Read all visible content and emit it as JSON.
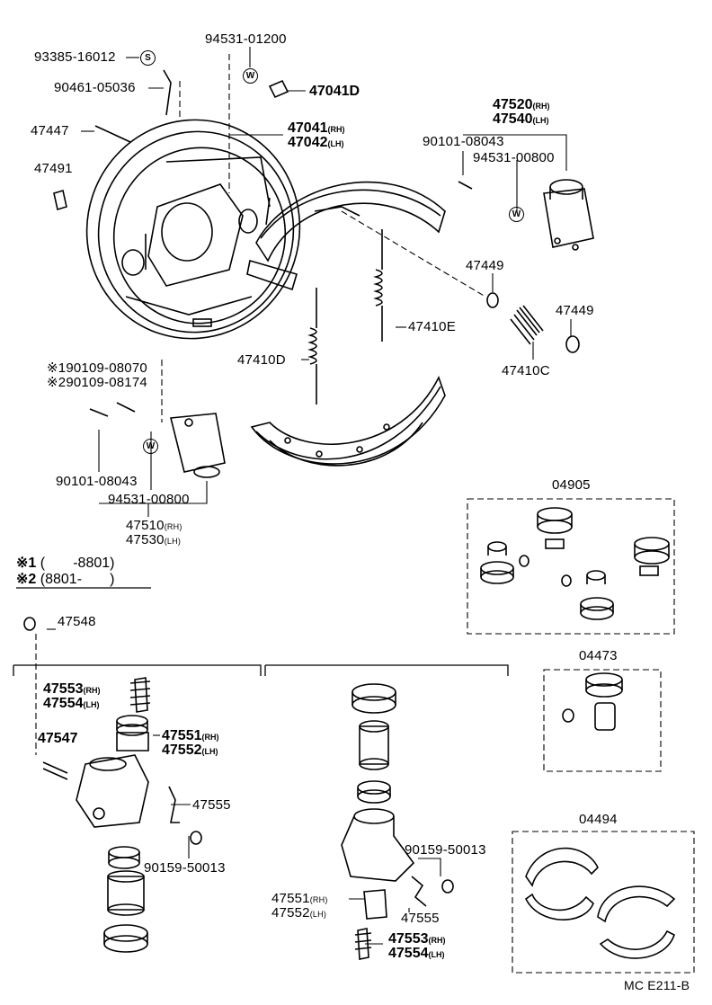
{
  "diagram_code": "MC E211-B",
  "note_rows": [
    {
      "mark": "※1",
      "range": "(       -8801)"
    },
    {
      "mark": "※2",
      "range": "(8801-       )"
    }
  ],
  "symbols": {
    "s": "S",
    "w": "W"
  },
  "labels": {
    "p93385": "93385-16012",
    "p94531_01200": "94531-01200",
    "p90461": "90461-05036",
    "p47041D": "47041D",
    "p47447": "47447",
    "p47041": "47041",
    "p47042": "47042",
    "p47491": "47491",
    "p47520": "47520",
    "p47540": "47540",
    "p90101_top": "90101-08043",
    "p94531_top": "94531-00800",
    "p47449a": "47449",
    "p47449b": "47449",
    "p47410E": "47410E",
    "p47410D": "47410D",
    "p47410C": "47410C",
    "p90109_08070": "90109-08070",
    "p90109_08174": "90109-08174",
    "p90101_bot": "90101-08043",
    "p94531_bot": "94531-00800",
    "p47510": "47510",
    "p47530": "47530",
    "p04905": "04905",
    "p47548": "47548",
    "p04473": "04473",
    "p47553a": "47553",
    "p47554a": "47554",
    "p47551a": "47551",
    "p47552a": "47552",
    "p47547": "47547",
    "p47555a": "47555",
    "p90159a": "90159-50013",
    "p04494": "04494",
    "p90159b": "90159-50013",
    "p47551b": "47551",
    "p47552b": "47552",
    "p47555b": "47555",
    "p47553b": "47553",
    "p47554b": "47554"
  },
  "suffixes": {
    "rh": "(RH)",
    "lh": "(LH)"
  },
  "prefixes": {
    "star1": "※1",
    "star2": "※2"
  }
}
